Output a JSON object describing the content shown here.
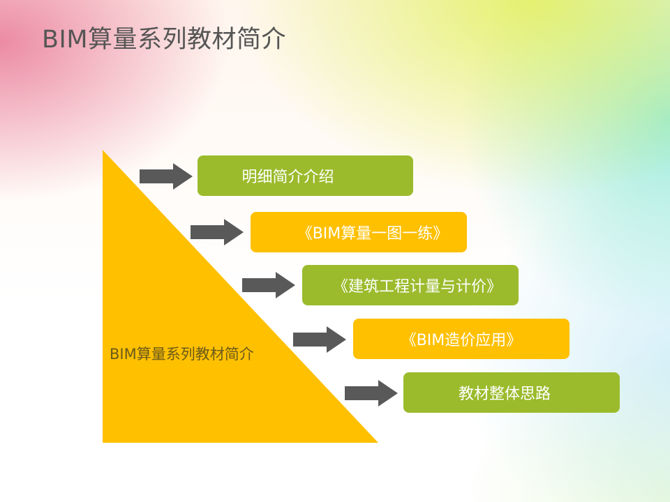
{
  "slide": {
    "title": "BIM算量系列教材简介",
    "triangle_label": "BIM算量系列教材简介",
    "items": [
      {
        "label": "明细简介介绍",
        "color": "#9bbb2c"
      },
      {
        "label": "《BIM算量一图一练》",
        "color": "#ffc000"
      },
      {
        "label": "《建筑工程计量与计价》",
        "color": "#9bbb2c"
      },
      {
        "label": "《BIM造价应用》",
        "color": "#ffc000"
      },
      {
        "label": "教材整体思路",
        "color": "#9bbb2c"
      }
    ],
    "triangle_color": "#ffc000",
    "arrow_color": "#595959"
  }
}
